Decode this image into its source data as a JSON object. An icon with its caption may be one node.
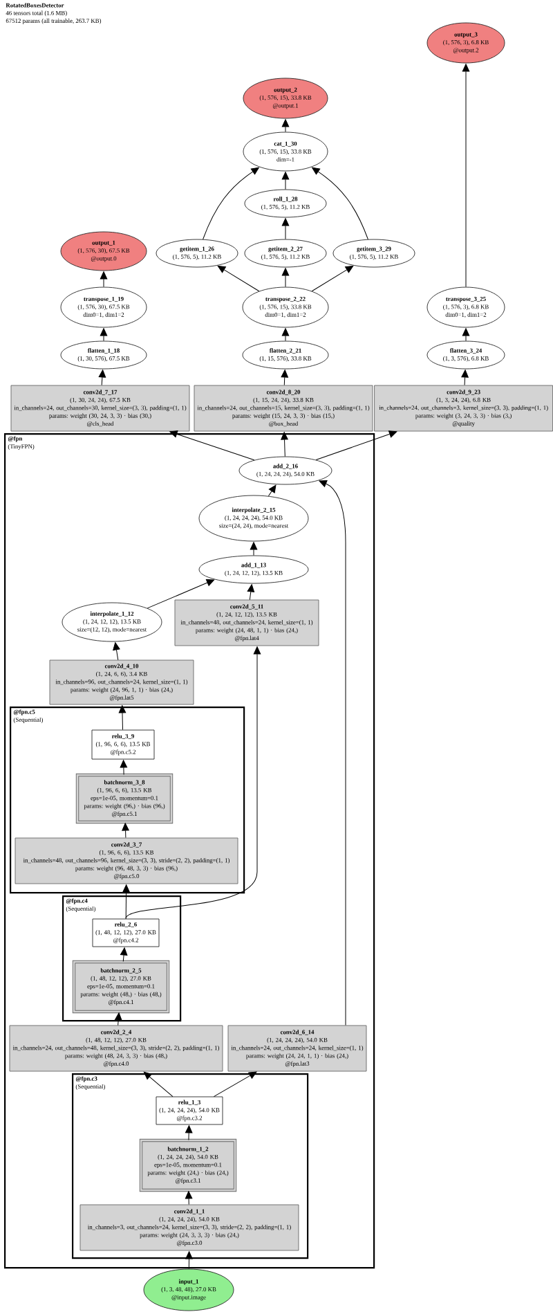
{
  "diagram": {
    "title": "RotatedBoxesDetector",
    "labels": [
      "46 tensors total (1.6 MB)",
      "67512 params (all trainable, 263.7 KB)"
    ],
    "nodes": [
      {
        "text": [
          "output_3",
          "(1, 576, 3), 6.8 KB",
          "@output.2"
        ]
      },
      {
        "text": [
          "output_2",
          "(1, 576, 15), 33.8 KB",
          "@output.1"
        ]
      },
      {
        "text": [
          "cat_1_30",
          "(1, 576, 15), 33.8 KB",
          "dim=-1"
        ]
      },
      {
        "text": [
          "roll_1_28",
          "(1, 576, 5), 11.2 KB"
        ]
      },
      {
        "text": [
          "output_1",
          "(1, 576, 30), 67.5 KB",
          "@output.0"
        ]
      },
      {
        "text": [
          "getitem_1_26",
          "(1, 576, 5), 11.2 KB"
        ]
      },
      {
        "text": [
          "getitem_2_27",
          "(1, 576, 5), 11.2 KB"
        ]
      },
      {
        "text": [
          "getitem_3_29",
          "(1, 576, 5), 11.2 KB"
        ]
      },
      {
        "text": [
          "transpose_1_19",
          "(1, 576, 30), 67.5 KB",
          "dim0=1, dim1=2"
        ]
      },
      {
        "text": [
          "transpose_2_22",
          "(1, 576, 15), 33.8 KB",
          "dim0=1, dim1=2"
        ]
      },
      {
        "text": [
          "transpose_3_25",
          "(1, 576, 3), 6.8 KB",
          "dim0=1, dim1=2"
        ]
      },
      {
        "text": [
          "flatten_1_18",
          "(1, 30, 576), 67.5 KB"
        ]
      },
      {
        "text": [
          "flatten_2_21",
          "(1, 15, 576), 33.8 KB"
        ]
      },
      {
        "text": [
          "flatten_3_24",
          "(1, 3, 576), 6.8 KB"
        ]
      },
      {
        "text": [
          "conv2d_7_17",
          "(1, 30, 24, 24), 67.5 KB",
          "in_channels=24, out_channels=30, kernel_size=(3, 3), padding=(1, 1)",
          "params: weight (30, 24, 3, 3) · bias (30,)",
          "@cls_head"
        ]
      },
      {
        "text": [
          "conv2d_8_20",
          "(1, 15, 24, 24), 33.8 KB",
          "in_channels=24, out_channels=15, kernel_size=(3, 3), padding=(1, 1)",
          "params: weight (15, 24, 3, 3) · bias (15,)",
          "@box_head"
        ]
      },
      {
        "text": [
          "conv2d_9_23",
          "(1, 3, 24, 24), 6.8 KB",
          "in_channels=24, out_channels=3, kernel_size=(3, 3), padding=(1, 1)",
          "params: weight (3, 24, 3, 3) · bias (3,)",
          "@quality"
        ]
      },
      {
        "text": [
          "@fpn",
          "(TinyFPN)"
        ]
      },
      {
        "text": [
          "add_2_16",
          "(1, 24, 24, 24), 54.0 KB"
        ],
        "in": 17
      },
      {
        "text": [
          "interpolate_2_15",
          "(1, 24, 24, 24), 54.0 KB",
          "size=(24, 24), mode=nearest"
        ],
        "in": 17
      },
      {
        "text": [
          "add_1_13",
          "(1, 24, 12, 12), 13.5 KB"
        ],
        "in": 17
      },
      {
        "text": [
          "interpolate_1_12",
          "(1, 24, 12, 12), 13.5 KB",
          "size=(12, 12), mode=nearest"
        ],
        "in": 17
      },
      {
        "text": [
          "conv2d_5_11",
          "(1, 24, 12, 12), 13.5 KB",
          "in_channels=48, out_channels=24, kernel_size=(1, 1)",
          "params: weight (24, 48, 1, 1) · bias (24,)",
          "@fpn.lat4"
        ],
        "in": 17
      },
      {
        "text": [
          "conv2d_4_10",
          "(1, 24, 6, 6), 3.4 KB",
          "in_channels=96, out_channels=24, kernel_size=(1, 1)",
          "params: weight (24, 96, 1, 1) · bias (24,)",
          "@fpn.lat5"
        ],
        "in": 17
      },
      {
        "text": [
          "@fpn.c5",
          "(Sequential)"
        ],
        "in": 17
      },
      {
        "text": [
          "relu_3_9",
          "(1, 96, 6, 6), 13.5 KB",
          "@fpn.c5.2"
        ],
        "in": 24
      },
      {
        "text": [
          "batchnorm_3_8",
          "(1, 96, 6, 6), 13.5 KB",
          "eps=1e-05, momentum=0.1",
          "params: weight (96,) · bias (96,)",
          "@fpn.c5.1"
        ],
        "in": 24
      },
      {
        "text": [
          "conv2d_3_7",
          "(1, 96, 6, 6), 13.5 KB",
          "in_channels=48, out_channels=96, kernel_size=(3, 3), stride=(2, 2), padding=(1, 1)",
          "params: weight (96, 48, 3, 3) · bias (96,)",
          "@fpn.c5.0"
        ],
        "in": 24
      },
      {
        "text": [
          "@fpn.c4",
          "(Sequential)"
        ],
        "in": 17
      },
      {
        "text": [
          "relu_2_6",
          "(1, 48, 12, 12), 27.0 KB",
          "@fpn.c4.2"
        ],
        "in": 28
      },
      {
        "text": [
          "batchnorm_2_5",
          "(1, 48, 12, 12), 27.0 KB",
          "eps=1e-05, momentum=0.1",
          "params: weight (48,) · bias (48,)",
          "@fpn.c4.1"
        ],
        "in": 28
      },
      {
        "text": [
          "conv2d_2_4",
          "(1, 48, 12, 12), 27.0 KB",
          "in_channels=24, out_channels=48, kernel_size=(3, 3), stride=(2, 2), padding=(1, 1)",
          "params: weight (48, 24, 3, 3) · bias (48,)",
          "@fpn.c4.0"
        ],
        "in": 17
      },
      {
        "text": [
          "conv2d_6_14",
          "(1, 24, 24, 24), 54.0 KB",
          "in_channels=24, out_channels=24, kernel_size=(1, 1)",
          "params: weight (24, 24, 1, 1) · bias (24,)",
          "@fpn.lat3"
        ],
        "in": 17
      },
      {
        "text": [
          "@fpn.c3",
          "(Sequential)"
        ],
        "in": 17
      },
      {
        "text": [
          "relu_1_3",
          "(1, 24, 24, 24), 54.0 KB",
          "@fpn.c3.2"
        ],
        "in": 33
      },
      {
        "text": [
          "batchnorm_1_2",
          "(1, 24, 24, 24), 54.0 KB",
          "eps=1e-05, momentum=0.1",
          "params: weight (24,) · bias (24,)",
          "@fpn.c3.1"
        ],
        "in": 33
      },
      {
        "text": [
          "conv2d_1_1",
          "(1, 24, 24, 24), 54.0 KB",
          "in_channels=3, out_channels=24, kernel_size=(3, 3), stride=(2, 2), padding=(1, 1)",
          "params: weight (24, 3, 3, 3) · bias (24,)",
          "@fpn.c3.0"
        ],
        "in": 33
      },
      {
        "text": [
          "input_1",
          "(1, 3, 48, 48), 27.0 KB",
          "@input.image"
        ]
      }
    ],
    "edges": [
      {
        "from": 37,
        "to": 36,
        "arrow": "to"
      },
      {
        "from": 36,
        "to": 35,
        "arrow": "to"
      },
      {
        "from": 35,
        "to": 34,
        "arrow": "to"
      },
      {
        "from": 34,
        "to": 31,
        "arrow": "to"
      },
      {
        "from": 34,
        "to": 32,
        "arrow": "to"
      },
      {
        "from": 31,
        "to": 30,
        "arrow": "to"
      },
      {
        "from": 30,
        "to": 29,
        "arrow": "to"
      },
      {
        "from": 29,
        "to": 27,
        "arrow": "to"
      },
      {
        "from": 29,
        "to": 22,
        "arrow": "to"
      },
      {
        "from": 27,
        "to": 26,
        "arrow": "to"
      },
      {
        "from": 26,
        "to": 25,
        "arrow": "to"
      },
      {
        "from": 25,
        "to": 23,
        "arrow": "to"
      },
      {
        "from": 23,
        "to": 21,
        "arrow": "to"
      },
      {
        "from": 21,
        "to": 20,
        "arrow": "to"
      },
      {
        "from": 22,
        "to": 20,
        "arrow": "to"
      },
      {
        "from": 20,
        "to": 19,
        "arrow": "to"
      },
      {
        "from": 19,
        "to": 18,
        "arrow": "to"
      },
      {
        "from": 32,
        "to": 18,
        "arrow": "to"
      },
      {
        "from": 18,
        "to": 14,
        "arrow": "to"
      },
      {
        "from": 18,
        "to": 15,
        "arrow": "to"
      },
      {
        "from": 18,
        "to": 16,
        "arrow": "to"
      },
      {
        "from": 14,
        "to": 11,
        "arrow": "to"
      },
      {
        "from": 11,
        "to": 8,
        "arrow": "to"
      },
      {
        "from": 8,
        "to": 4,
        "arrow": "to"
      },
      {
        "from": 15,
        "to": 12,
        "arrow": "to"
      },
      {
        "from": 12,
        "to": 9,
        "arrow": "to"
      },
      {
        "from": 9,
        "to": 5,
        "arrow": "to"
      },
      {
        "from": 9,
        "to": 6,
        "arrow": "to"
      },
      {
        "from": 9,
        "to": 7,
        "arrow": "to"
      },
      {
        "from": 6,
        "to": 3,
        "arrow": "to"
      },
      {
        "from": 5,
        "to": 2,
        "arrow": "to"
      },
      {
        "from": 3,
        "to": 2,
        "arrow": "to"
      },
      {
        "from": 7,
        "to": 2,
        "arrow": "to"
      },
      {
        "from": 2,
        "to": 1,
        "arrow": "to"
      },
      {
        "from": 16,
        "to": 13,
        "arrow": "to"
      },
      {
        "from": 13,
        "to": 10,
        "arrow": "to"
      },
      {
        "from": 10,
        "to": 0,
        "arrow": "to"
      }
    ]
  }
}
